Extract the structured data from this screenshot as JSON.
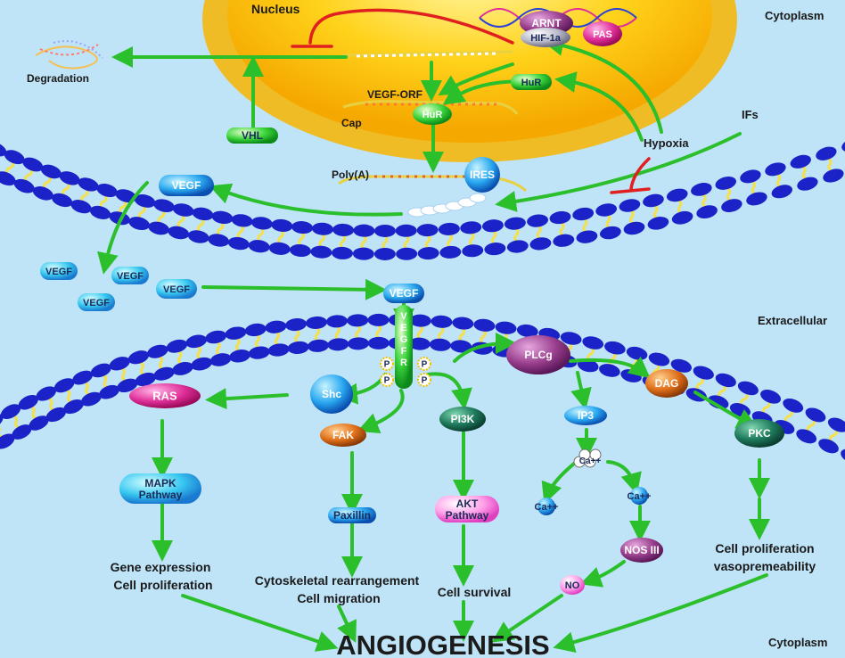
{
  "compartments": {
    "nucleus": "Nucleus",
    "cytoplasm_top": "Cytoplasm",
    "extracellular": "Extracellular",
    "cytoplasm_bottom": "Cytoplasm"
  },
  "nucleus_labels": {
    "degradation": "Degradation",
    "vegf_orf": "VEGF-ORF",
    "cap": "Cap",
    "poly_a": "Poly(A)",
    "hypoxia": "Hypoxia",
    "ifs": "IFs"
  },
  "molecules": {
    "arnt": "ARNT",
    "hif1a": "HIF-1a",
    "pas": "PAS",
    "hur_top": "HuR",
    "hur_mid": "HuR",
    "vhl": "VHL",
    "ires": "IRES",
    "vegf_secreted": "VEGF",
    "vegf_free_1": "VEGF",
    "vegf_free_2": "VEGF",
    "vegf_free_3": "VEGF",
    "vegf_free_4": "VEGF",
    "vegf_bound": "VEGF",
    "vegfr": "VEGFR",
    "phospho": "P",
    "ras": "RAS",
    "shc": "Shc",
    "fak": "FAK",
    "pi3k": "PI3K",
    "plcg": "PLCg",
    "dag": "DAG",
    "pkc": "PKC",
    "ip3": "IP3",
    "ca_store": "Ca++",
    "ca_left": "Ca++",
    "ca_right": "Ca++",
    "nos": "NOS III",
    "no": "NO",
    "mapk": "MAPK Pathway",
    "paxillin": "Paxillin",
    "akt": "AKT Pathway"
  },
  "outcomes": {
    "gene_expression": "Gene expression",
    "cell_proliferation": "Cell proliferation",
    "cytoskeletal": "Cytoskeletal rearrangement",
    "cell_migration": "Cell migration",
    "cell_survival": "Cell survival",
    "pkc_proliferation": "Cell proliferation",
    "vasopermeability": "vasopremeability",
    "angiogenesis": "ANGIOGENESIS"
  },
  "colors": {
    "background": "#bfe3f7",
    "nucleus": "#ffd21a",
    "arrow": "#2bbf2b",
    "inhibit": "#e02020",
    "membrane_head": "#1b22c8",
    "membrane_tail": "#f4e04a"
  }
}
